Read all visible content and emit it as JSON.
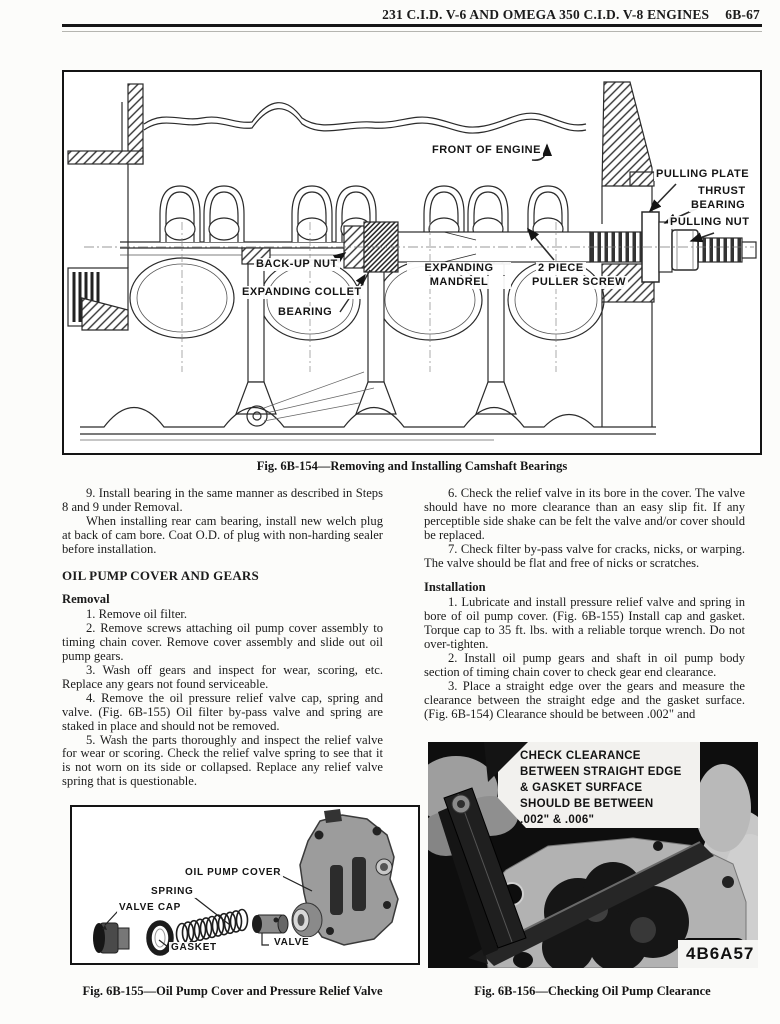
{
  "header": {
    "title": "231 C.I.D. V-6 AND OMEGA 350 C.I.D. V-8 ENGINES",
    "page_number": "6B-67"
  },
  "fig154": {
    "caption": "Fig. 6B-154—Removing and Installing Camshaft Bearings",
    "labels": {
      "front": "FRONT OF ENGINE",
      "pulling_plate": "PULLING PLATE",
      "thrust1": "THRUST",
      "thrust2": "BEARING",
      "pulling_nut": "PULLING NUT",
      "backup": "BACK-UP NUT",
      "collet": "EXPANDING COLLET",
      "bearing": "BEARING",
      "mandrel1": "EXPANDING",
      "mandrel2": "MANDREL",
      "puller1": "2 PIECE",
      "puller2": "PULLER SCREW"
    }
  },
  "left_col": {
    "p1": "9. Install bearing in the same manner as described in Steps 8 and 9 under Removal.",
    "p2": "When installing rear cam bearing, install new welch plug at back of cam bore. Coat O.D. of plug with non-harding sealer before installation.",
    "heading": "OIL PUMP COVER AND GEARS",
    "sub": "Removal",
    "steps": [
      "1. Remove oil filter.",
      "2. Remove screws attaching oil pump cover assembly to timing chain cover. Remove cover assembly and slide out oil pump gears.",
      "3. Wash off gears and inspect for wear, scoring, etc. Replace any gears not found serviceable.",
      "4. Remove the oil pressure relief valve cap, spring and valve. (Fig. 6B-155) Oil filter by-pass valve and spring are staked in place and should not be removed.",
      "5. Wash the parts thoroughly and inspect the relief valve for wear or scoring. Check the relief valve spring to see that it is not worn on its side or collapsed. Replace any relief valve spring that is questionable."
    ]
  },
  "right_col": {
    "steps_check": [
      "6. Check the relief valve in its bore in the cover. The valve should have no more clearance than an easy slip fit. If any perceptible side shake can be felt the valve and/or cover should be replaced.",
      "7. Check filter by-pass valve for cracks, nicks, or warping. The valve should be flat and free of nicks or scratches."
    ],
    "sub": "Installation",
    "steps_install": [
      "1. Lubricate and install pressure relief valve and spring in bore of oil pump cover. (Fig. 6B-155) Install cap and gasket. Torque cap to 35 ft. lbs. with a reliable torque wrench. Do not over-tighten.",
      "2. Install oil pump gears and shaft in oil pump body section of timing chain cover to check gear end clearance.",
      "3. Place a straight edge over the gears and measure the clearance between the straight edge and the gasket surface. (Fig. 6B-154) Clearance should be between .002\" and"
    ]
  },
  "fig155": {
    "caption": "Fig. 6B-155—Oil Pump Cover and Pressure Relief Valve",
    "labels": {
      "cover": "OIL PUMP COVER",
      "spring": "SPRING",
      "valve_cap": "VALVE CAP",
      "gasket": "GASKET",
      "valve": "VALVE"
    }
  },
  "fig156": {
    "caption": "Fig. 6B-156—Checking Oil Pump Clearance",
    "note_lines": [
      "CHECK CLEARANCE",
      "BETWEEN STRAIGHT EDGE",
      "& GASKET SURFACE",
      "SHOULD BE BETWEEN",
      ".002\" & .006\""
    ],
    "code": "4B6A57"
  }
}
